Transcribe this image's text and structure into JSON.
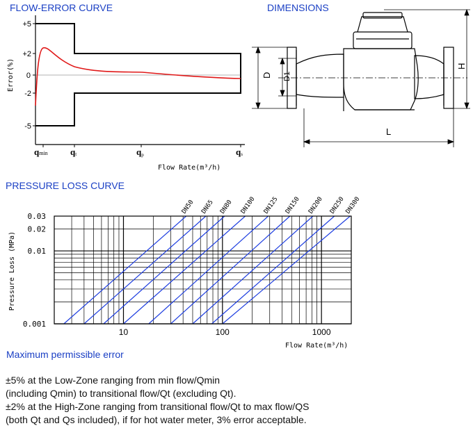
{
  "titles": {
    "flow_error": "FLOW-ERROR CURVE",
    "dimensions": "DIMENSIONS",
    "pressure_loss": "PRESSURE LOSS CURVE",
    "mpe": "Maximum permissible error"
  },
  "flow_error": {
    "ylabel": "Error(%)",
    "xlabel": "Flow Rate(m³/h)",
    "yticks": [
      "+5",
      "+2",
      "0",
      "-2",
      "-5"
    ],
    "xticks": [
      {
        "main": "q",
        "sub": "min"
      },
      {
        "main": "q",
        "sub": "t"
      },
      {
        "main": "q",
        "sub": "p"
      },
      {
        "main": "q",
        "sub": "s"
      }
    ],
    "mpe_low_percent": 5,
    "mpe_high_percent": 2
  },
  "dimensions": {
    "labels": [
      "D",
      "D1",
      "H",
      "L"
    ]
  },
  "chart_data": {
    "type": "line",
    "scale": "log-log",
    "xlabel": "Flow Rate(m³/h)",
    "ylabel": "Pressure Loss (MPa)",
    "xlim": [
      2,
      2000
    ],
    "ylim": [
      0.001,
      0.03
    ],
    "xticks": [
      "10",
      "100",
      "1000"
    ],
    "yticks": [
      "0.03",
      "0.02",
      "0.01",
      "0.001"
    ],
    "series": [
      {
        "name": "DN50",
        "x": [
          2.5,
          43
        ]
      },
      {
        "name": "DN65",
        "x": [
          4,
          68
        ]
      },
      {
        "name": "DN80",
        "x": [
          6.3,
          105
        ]
      },
      {
        "name": "DN100",
        "x": [
          10,
          170
        ]
      },
      {
        "name": "DN125",
        "x": [
          18,
          290
        ]
      },
      {
        "name": "DN150",
        "x": [
          30,
          480
        ]
      },
      {
        "name": "DN200",
        "x": [
          50,
          820
        ]
      },
      {
        "name": "DN250",
        "x": [
          78,
          1350
        ]
      },
      {
        "name": "DN300",
        "x": [
          100,
          1950
        ]
      }
    ],
    "series_y": [
      0.001,
      0.03
    ]
  },
  "notes": [
    "±5% at the Low-Zone ranging from min flow/Qmin",
    "(including Qmin) to transitional flow/Qt (excluding Qt).",
    "±2% at the High-Zone ranging from transitional flow/Qt to max flow/QS",
    "(both Qt and Qs included), if for hot water meter, 3% error acceptable."
  ]
}
